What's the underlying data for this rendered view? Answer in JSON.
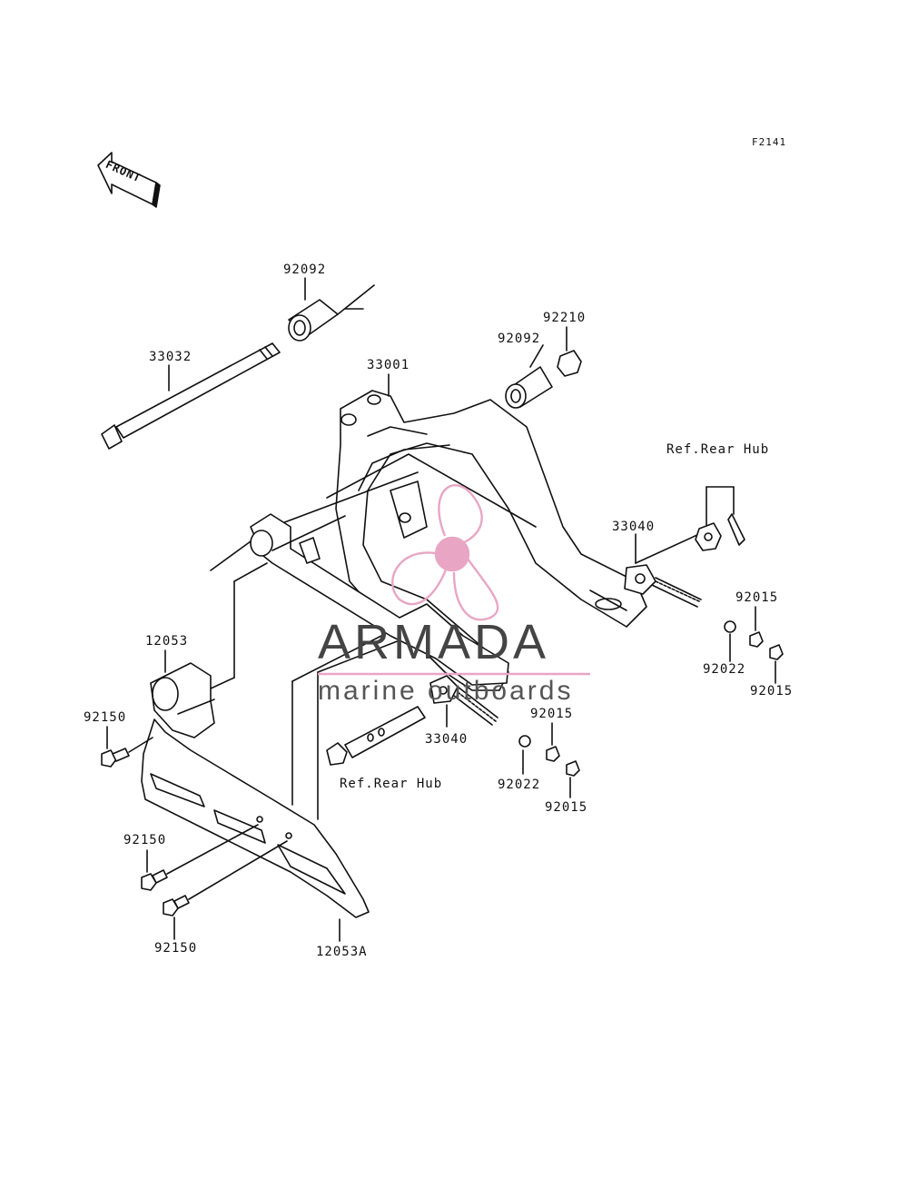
{
  "diagram_code": "F2141",
  "direction_marker": "FRONT",
  "watermark": {
    "brand": "ARMADA",
    "tagline": "marine outboards",
    "accent_color": "#e8a6c4"
  },
  "parts": {
    "p92092_top": "92092",
    "p33032": "33032",
    "p92210": "92210",
    "p92092_mid": "92092",
    "p33001": "33001",
    "ref_rear_hub_top": "Ref.Rear Hub",
    "p33040_right": "33040",
    "p92015_r1": "92015",
    "p92022_right": "92022",
    "p92015_r2": "92015",
    "p12053": "12053",
    "p92150_1": "92150",
    "p92015_m1": "92015",
    "p33040_mid": "33040",
    "p92022_mid": "92022",
    "p92015_m2": "92015",
    "ref_rear_hub_bottom": "Ref.Rear Hub",
    "p92150_2": "92150",
    "p92150_3": "92150",
    "p12053A": "12053A"
  }
}
